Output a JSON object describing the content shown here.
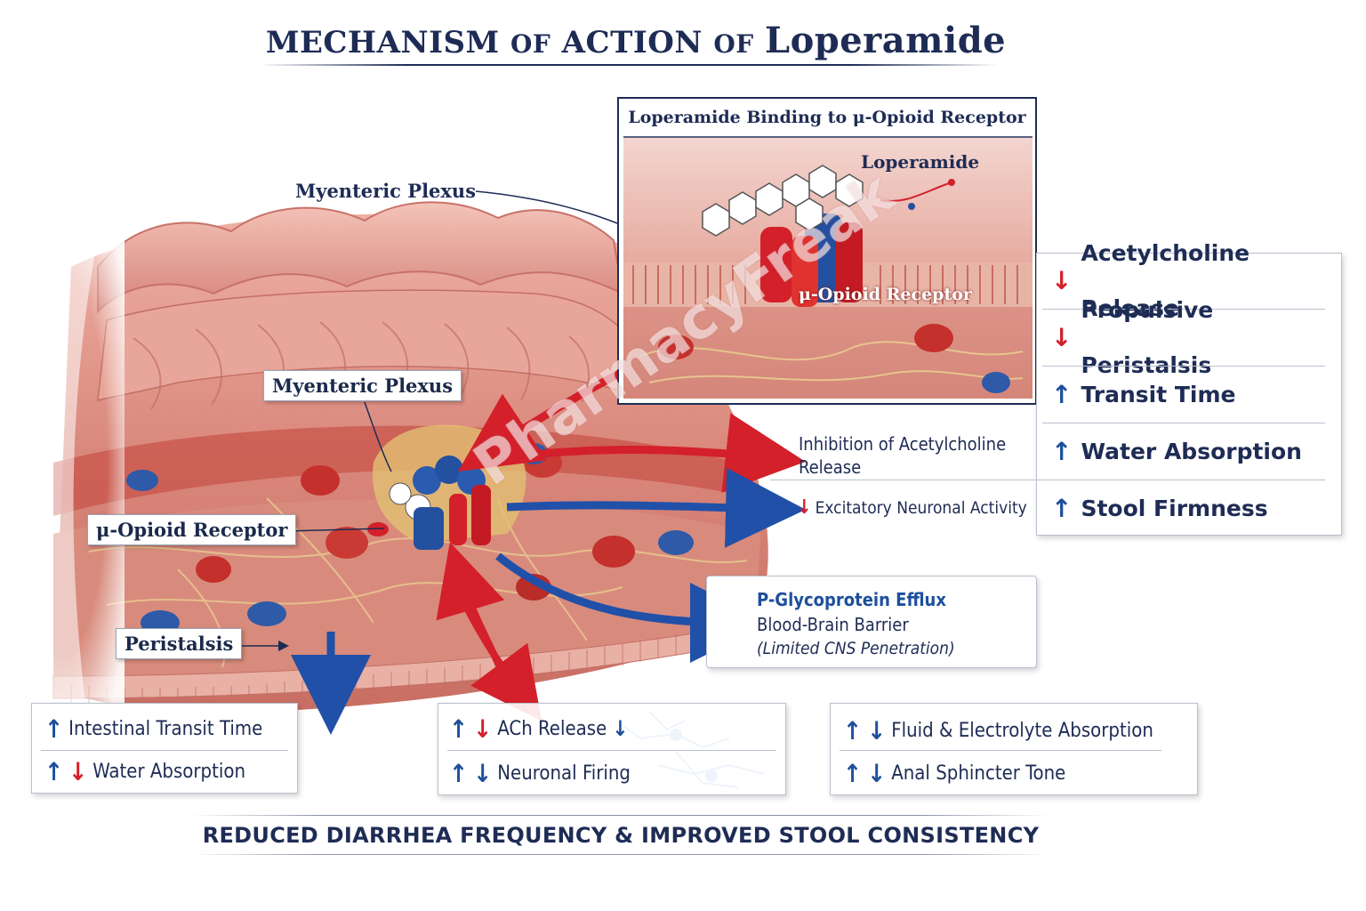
{
  "title": {
    "part1": "MECHANISM",
    "part2": "OF",
    "part3": "ACTION",
    "part4": "OF",
    "part5": "Loperamide"
  },
  "labels": {
    "myenteric_plexus_top": "Myenteric Plexus",
    "myenteric_plexus_mid": "Myenteric Plexus",
    "mu_opioid_receptor_left": "μ-Opioid Receptor",
    "peristalsis": "Peristalsis"
  },
  "inset": {
    "title": "Loperamide Binding to μ-Opioid Receptor",
    "loperamide": "Loperamide",
    "receptor": "μ-Opioid Receptor"
  },
  "effects": [
    {
      "dir": "down",
      "text": "Acetylcholine Release"
    },
    {
      "dir": "down",
      "text": "Propulsive Peristalsis"
    },
    {
      "dir": "up",
      "text": "Transit Time"
    },
    {
      "dir": "up",
      "text": "Water Absorption"
    },
    {
      "dir": "up",
      "text": "Stool Firmness"
    }
  ],
  "callouts": {
    "inhibition_line1": "Inhibition of Acetylcholine",
    "inhibition_line2": "Release",
    "excitatory": "Excitatory Neuronal Activity"
  },
  "pgp": {
    "line1": "P-Glycoprotein Efflux",
    "line2": "Blood-Brain Barrier",
    "line3": "(Limited CNS Penetration)"
  },
  "bottom_boxes": {
    "left": [
      "Intestinal Transit Time",
      "Water Absorption"
    ],
    "middle": [
      "ACh Release",
      "Neuronal Firing"
    ],
    "right": [
      "Fluid & Electrolyte Absorption",
      "Anal Sphincter Tone"
    ]
  },
  "conclusion": "REDUCED DIARRHEA FREQUENCY & IMPROVED STOOL CONSISTENCY",
  "watermark": "PharmacyFreak",
  "colors": {
    "navy": "#1e2c55",
    "up_blue": "#1d4f9c",
    "down_red": "#d3202a",
    "tissue": "#e39a8c"
  }
}
